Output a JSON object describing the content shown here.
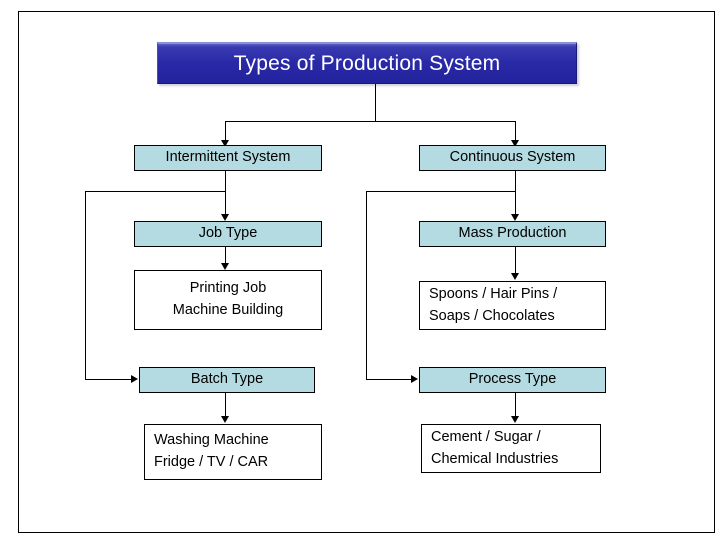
{
  "diagram": {
    "title": "Types of Production System",
    "branches": [
      {
        "id": "intermittent",
        "system": "Intermittent System",
        "type_a": "Job Type",
        "examples_a": [
          "Printing Job",
          "Machine Building"
        ],
        "type_b": "Batch Type",
        "examples_b": [
          "Washing Machine",
          "Fridge / TV / CAR"
        ]
      },
      {
        "id": "continuous",
        "system": "Continuous System",
        "type_a": "Mass Production",
        "examples_a": [
          "Spoons / Hair Pins /",
          "Soaps / Chocolates"
        ],
        "type_b": "Process Type",
        "examples_b": [
          "Cement / Sugar /",
          "Chemical Industries"
        ]
      }
    ]
  },
  "colors": {
    "title_fill": "#2a2aa8",
    "title_text": "#ffffff",
    "node_fill": "#b4dbe1",
    "node_fill_plain": "#ffffff",
    "stroke": "#000000"
  }
}
